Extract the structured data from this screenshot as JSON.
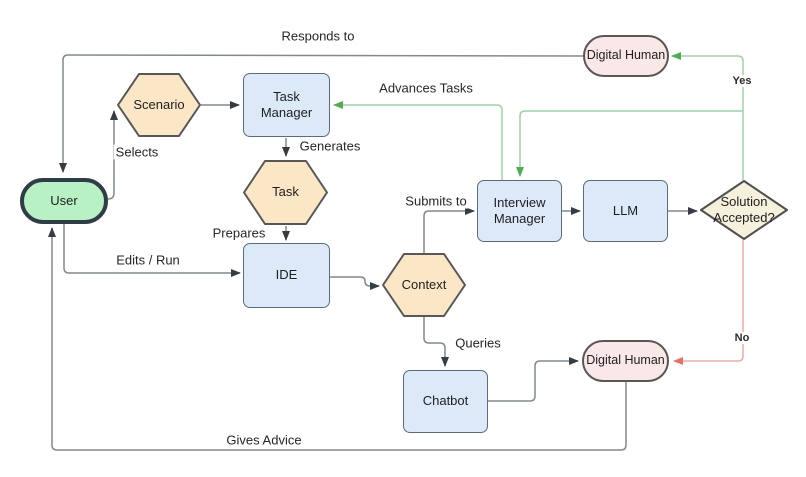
{
  "diagram": {
    "type": "flowchart",
    "background": "#ffffff",
    "nodes": {
      "user": {
        "label": "User",
        "shape": "pill",
        "fill": "#b7f1c4",
        "border": "#2f3e46"
      },
      "scenario": {
        "label": "Scenario",
        "shape": "hexagon",
        "fill": "#fbe7c5",
        "border": "#575757"
      },
      "task_manager": {
        "label": "Task Manager",
        "shape": "rect",
        "fill": "#dce9f9",
        "border": "#5d6b7a"
      },
      "task": {
        "label": "Task",
        "shape": "hexagon",
        "fill": "#fbe7c5",
        "border": "#575757"
      },
      "ide": {
        "label": "IDE",
        "shape": "rect",
        "fill": "#dce9f9",
        "border": "#5d6b7a"
      },
      "context": {
        "label": "Context",
        "shape": "hexagon",
        "fill": "#fbe7c5",
        "border": "#575757"
      },
      "interview_manager": {
        "label": "Interview Manager",
        "shape": "rect",
        "fill": "#dce9f9",
        "border": "#5d6b7a"
      },
      "llm": {
        "label": "LLM",
        "shape": "rect",
        "fill": "#dce9f9",
        "border": "#5d6b7a"
      },
      "solution_accepted": {
        "label": "Solution Accepted?",
        "shape": "diamond",
        "fill": "#f5f1dc",
        "border": "#4f4f4f"
      },
      "digital_human_top": {
        "label": "Digital Human",
        "shape": "pill",
        "fill": "#fae8e8",
        "border": "#575757"
      },
      "digital_human_bottom": {
        "label": "Digital Human",
        "shape": "pill",
        "fill": "#fae8e8",
        "border": "#575757"
      },
      "chatbot": {
        "label": "Chatbot",
        "shape": "rect",
        "fill": "#dce9f9",
        "border": "#5d6b7a"
      }
    },
    "edge_labels": {
      "responds_to": "Responds to",
      "selects": "Selects",
      "generates": "Generates",
      "advances_tasks": "Advances Tasks",
      "prepares": "Prepares",
      "edits_run": "Edits / Run",
      "submits_to": "Submits to",
      "queries": "Queries",
      "gives_advice": "Gives Advice",
      "yes": "Yes",
      "no": "No"
    },
    "edge_colors": {
      "default_line": "#82898f",
      "default_arrow": "#353c42",
      "positive_line": "#9ed3a1",
      "positive_arrow": "#4caf50",
      "negative_line": "#f4a8a2",
      "negative_arrow": "#ec6f65"
    }
  }
}
